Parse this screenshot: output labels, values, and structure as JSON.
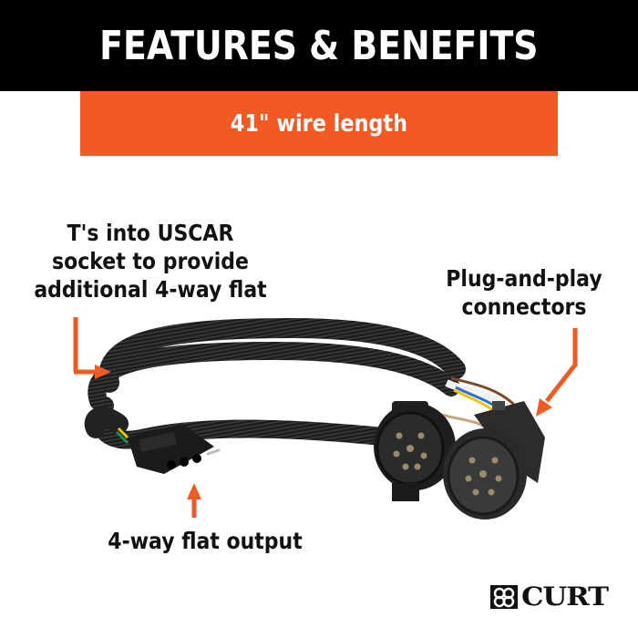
{
  "header": {
    "title": "FEATURES & BENEFITS"
  },
  "banner": {
    "text": "41\" wire length"
  },
  "callouts": {
    "uscar": {
      "lines": [
        "T's into USCAR",
        "socket to provide",
        "additional 4-way flat"
      ]
    },
    "plug": {
      "lines": [
        "Plug-and-play",
        "connectors"
      ]
    },
    "flat": {
      "lines": [
        "4-way flat output"
      ]
    }
  },
  "brand": {
    "name": "CURT",
    "icon": "curt-logo-icon"
  },
  "colors": {
    "accent": "#f15a24",
    "header_bg": "#000000",
    "text": "#111111"
  },
  "product": {
    "description": "wiring harness with 7-way USCAR connectors and 4-way flat connector",
    "icon": "wiring-harness-image"
  }
}
